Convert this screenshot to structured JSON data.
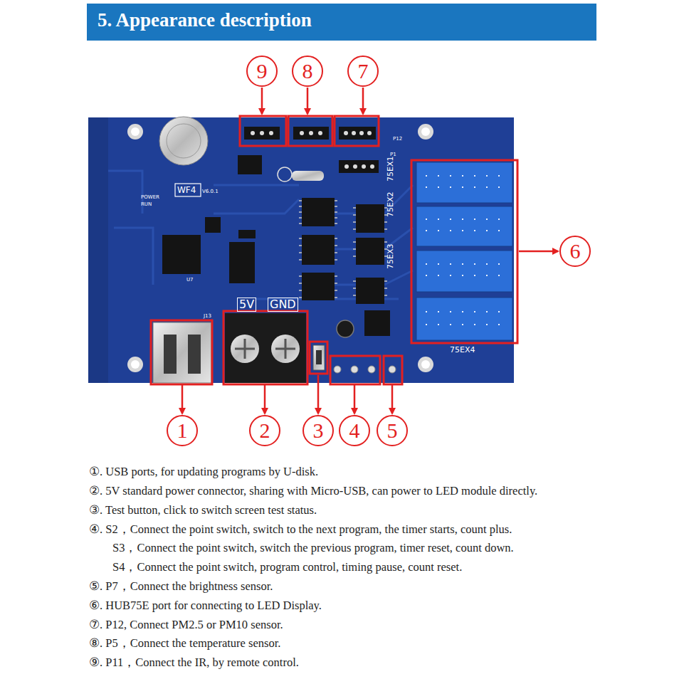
{
  "diagram": {
    "title": "5. Appearance description",
    "nodes": [
      {
        "text": [
          "9"
        ]
      },
      {
        "text": [
          "8"
        ]
      },
      {
        "text": [
          "7"
        ]
      },
      {
        "text": [
          "6"
        ]
      },
      {
        "text": [
          "1"
        ]
      },
      {
        "text": [
          "2"
        ]
      },
      {
        "text": [
          "3"
        ]
      },
      {
        "text": [
          "4"
        ]
      },
      {
        "text": [
          "5"
        ]
      }
    ],
    "labels": [
      "WF4",
      "V6.0.1",
      "POWER",
      "RUN",
      "5V",
      "GND",
      "75EX1",
      "75EX2",
      "75EX3",
      "75EX4",
      "P12",
      "P1",
      "J13",
      "U7",
      "①. USB ports, for updating programs by U-disk.",
      "②. 5V standard power connector, sharing with Micro-USB, can power to LED module directly.",
      "③. Test button, click to switch screen test status.",
      "④. S2，Connect the point switch, switch to the next program, the timer starts, count plus.",
      "S3，Connect the point switch, switch the previous program, timer reset, count down.",
      "S4，Connect the point switch, program control, timing pause, count reset.",
      "⑤. P7，Connect the brightness sensor.",
      "⑥. HUB75E port for connecting to LED Display.",
      "⑦. P12, Connect PM2.5 or PM10 sensor.",
      "⑧. P5，Connect the temperature sensor.",
      "⑨. P11，Connect the IR, by remote control."
    ]
  }
}
